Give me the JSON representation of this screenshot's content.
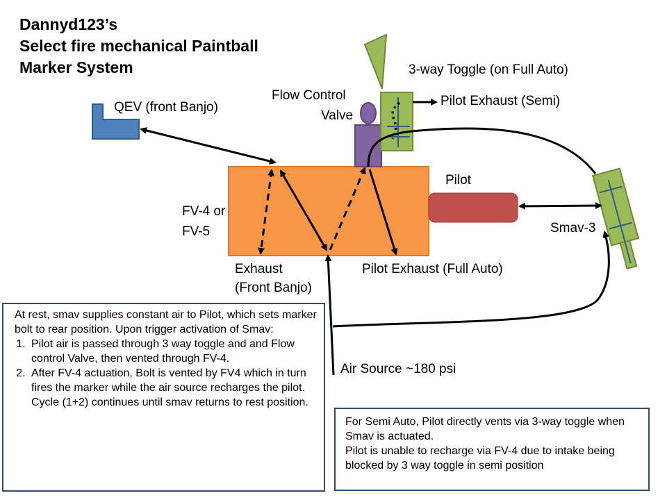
{
  "title": {
    "line1": "Dannyd123’s",
    "line2": "Select fire mechanical Paintball",
    "line3": "Marker System"
  },
  "labels": {
    "qev": "QEV (front Banjo)",
    "flow_control_1": "Flow Control",
    "flow_control_2": "Valve",
    "toggle": "3-way Toggle (on Full Auto)",
    "pilot_exhaust_semi": "Pilot Exhaust (Semi)",
    "pilot": "Pilot",
    "fv_1": "FV-4 or",
    "fv_2": "FV-5",
    "smav": "Smav-3",
    "exhaust_1": "Exhaust",
    "exhaust_2": "(Front Banjo)",
    "pilot_exhaust_full": "Pilot Exhaust (Full Auto)",
    "air_source": "Air Source ~180 psi"
  },
  "left_box": {
    "intro": "At rest, smav supplies constant air to Pilot, which sets marker bolt to rear position.  Upon trigger activation of Smav:",
    "steps": [
      "Pilot air is passed through 3 way toggle and and Flow control Valve, then vented through FV-4.",
      "After FV-4 actuation, Bolt is vented by FV4 which in turn fires the marker while the air source recharges the pilot. Cycle (1+2) continues until smav returns to rest position."
    ]
  },
  "right_box": {
    "line1": "For Semi Auto, Pilot directly vents via 3-way toggle when Smav is actuated.",
    "line2": "Pilot is unable to recharge via FV-4 due to intake being blocked by 3 way toggle in semi position"
  },
  "colors": {
    "fv_body": "#f79646",
    "fv_border": "#d97a2b",
    "qev": "#4f81bd",
    "qev_border": "#2e5c8a",
    "flow_valve": "#8064a2",
    "flow_valve_border": "#5c4578",
    "toggle_green": "#9bbb59",
    "toggle_border": "#6f8a38",
    "pilot_red": "#c0504d",
    "box_border": "#2e4d6e",
    "arrow": "#000000"
  },
  "icons": [
    "qev-icon",
    "flow-control-valve-icon",
    "toggle-valve-icon",
    "pilot-cylinder-icon",
    "smav-valve-icon"
  ]
}
